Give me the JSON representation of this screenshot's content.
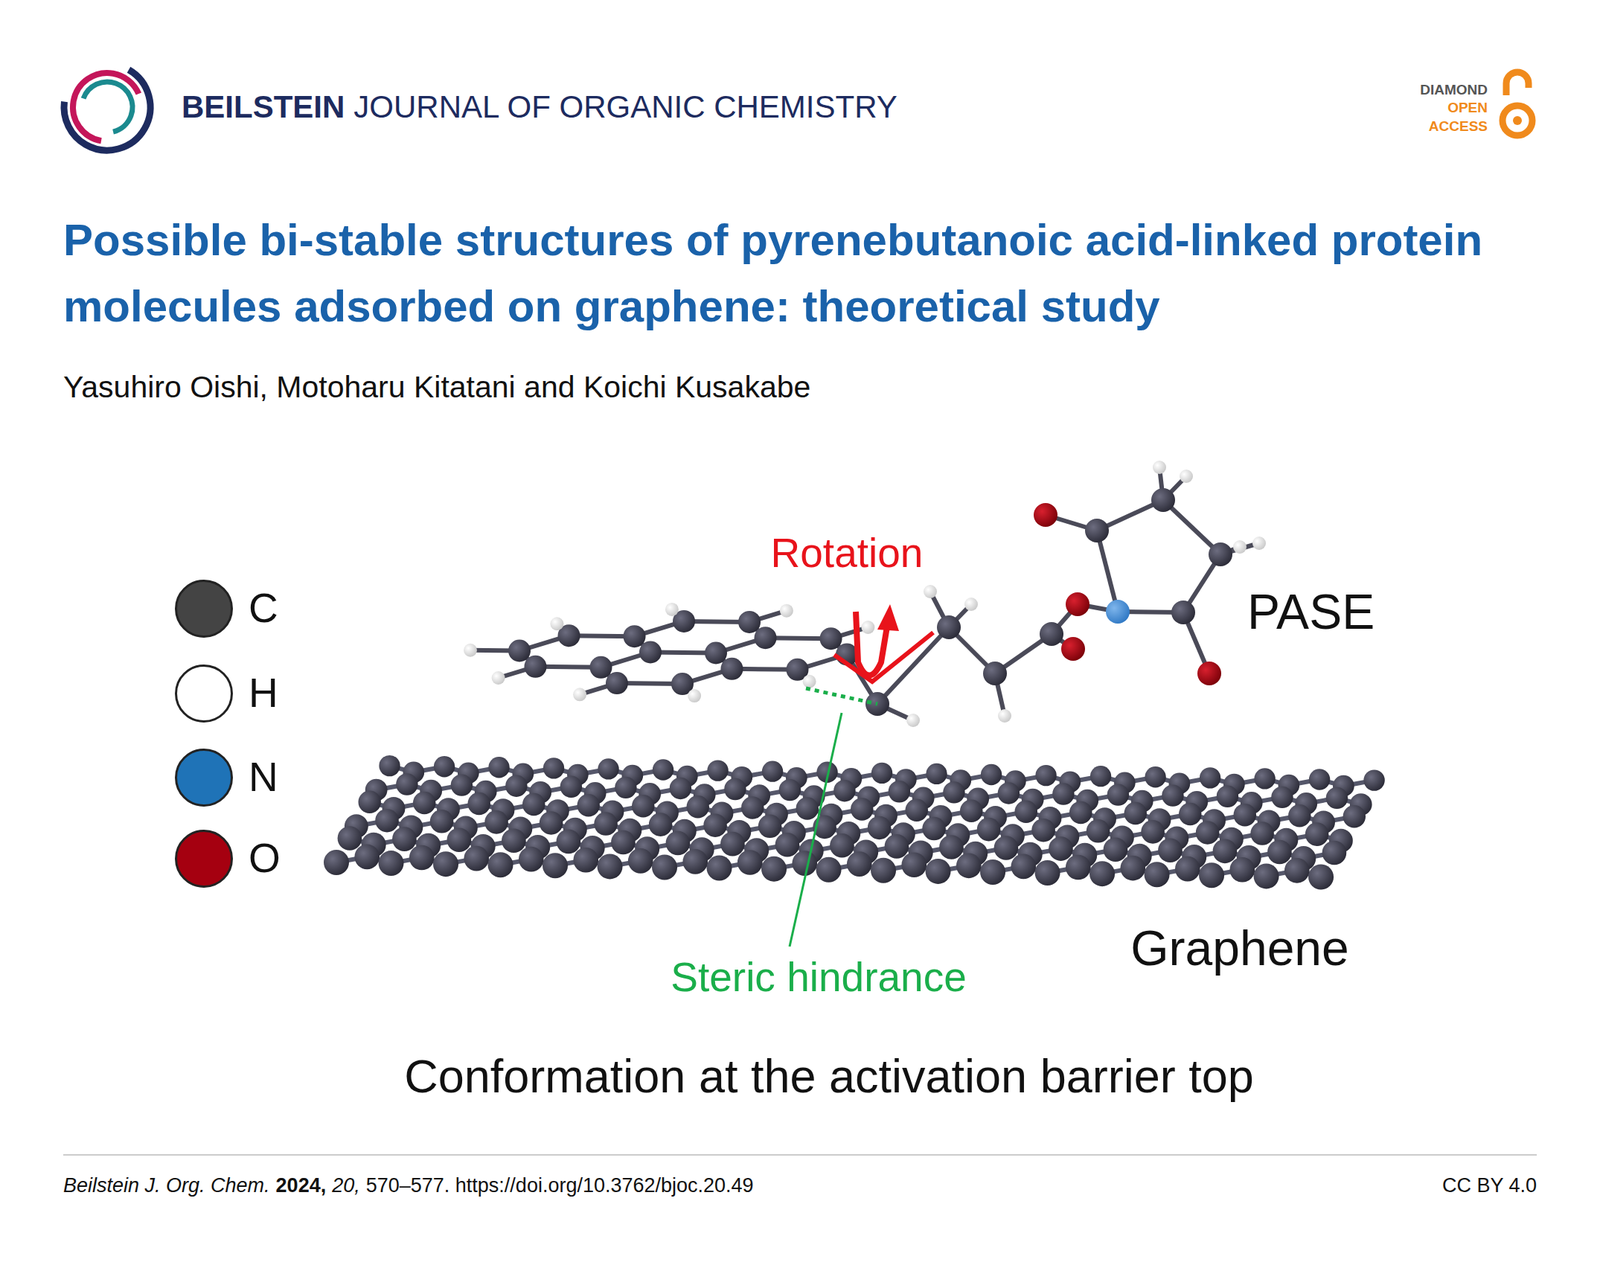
{
  "diagram": {
    "title": "Possible bi-stable structures of pyrenebutanoic acid-linked protein molecules adsorbed on graphene: theoretical study",
    "caption": "Conformation at the activation barrier top",
    "labels": [
      "BEILSTEIN",
      "JOURNAL OF ORGANIC CHEMISTRY",
      "DIAMOND",
      "OPEN",
      "ACCESS",
      "Yasuhiro Oishi, Motoharu Kitatani and Koichi Kusakabe",
      "Rotation",
      "PASE",
      "Graphene",
      "Steric hindrance",
      "Beilstein J. Org. Chem.",
      "2024,",
      "20,",
      "570–577. https://doi.org/10.3762/bjoc.20.49",
      "CC BY 4.0"
    ],
    "legend": [
      {
        "text": "C",
        "color": "#444444"
      },
      {
        "text": "H",
        "color": "#ffffff"
      },
      {
        "text": "N",
        "color": "#1f73b7"
      },
      {
        "text": "O",
        "color": "#a50010"
      }
    ]
  }
}
